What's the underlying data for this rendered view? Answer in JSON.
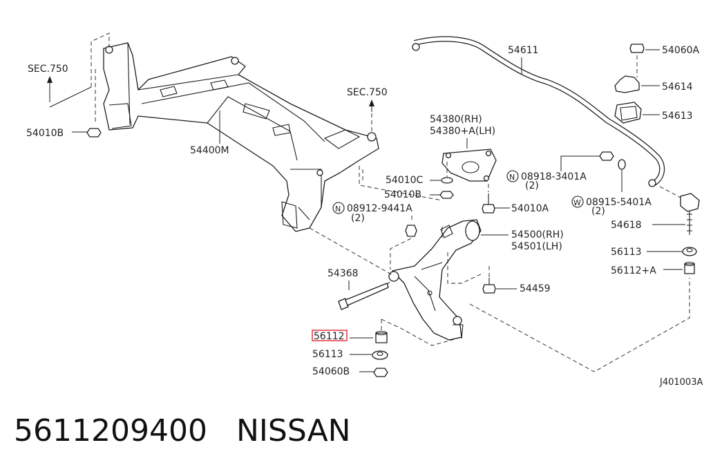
{
  "labels": {
    "sec750_left": "SEC.750",
    "sec750_right": "SEC.750",
    "p54010B_left": "54010B",
    "p54400M": "54400M",
    "p54611": "54611",
    "p54060A": "54060A",
    "p54614": "54614",
    "p54613": "54613",
    "p54380_rh": "54380(RH)",
    "p54380_lh": "54380+A(LH)",
    "p54010C": "54010C",
    "p54010B_mid": "54010B",
    "n08918": "08918-3401A",
    "n08918_qty": "(2)",
    "w08915": "08915-5401A",
    "w08915_qty": "(2)",
    "n08912": "08912-9441A",
    "n08912_qty": "(2)",
    "p54010A": "54010A",
    "p54618": "54618",
    "p54500_rh": "54500(RH)",
    "p54501_lh": "54501(LH)",
    "p56113_right": "56113",
    "p56112A": "56112+A",
    "p54368": "54368",
    "p54459": "54459",
    "p56112_hl": "56112",
    "p56113_left": "56113",
    "p54060B": "54060B",
    "ref_code": "J401003A",
    "circle_n": "N",
    "circle_w": "W"
  },
  "footer": {
    "part_number": "5611209400",
    "brand": "NISSAN"
  },
  "colors": {
    "highlight": "#e8404a",
    "line": "#1a1a1a"
  }
}
